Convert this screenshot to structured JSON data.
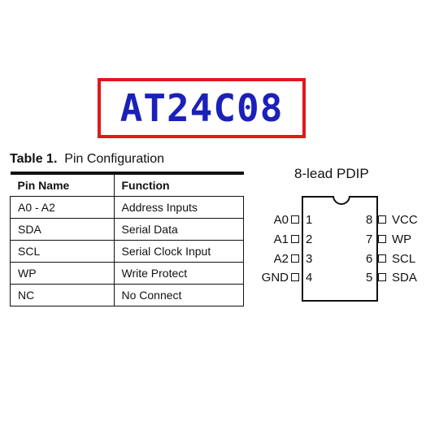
{
  "title": "AT24C08",
  "table": {
    "caption_bold": "Table 1.",
    "caption": "Pin Configuration",
    "headers": [
      "Pin Name",
      "Function"
    ],
    "rows": [
      [
        "A0 - A2",
        "Address Inputs"
      ],
      [
        "SDA",
        "Serial Data"
      ],
      [
        "SCL",
        "Serial Clock Input"
      ],
      [
        "WP",
        "Write Protect"
      ],
      [
        "NC",
        "No Connect"
      ]
    ]
  },
  "package": {
    "title": "8-lead PDIP",
    "left_pins": [
      {
        "name": "A0",
        "num": "1"
      },
      {
        "name": "A1",
        "num": "2"
      },
      {
        "name": "A2",
        "num": "3"
      },
      {
        "name": "GND",
        "num": "4"
      }
    ],
    "right_pins": [
      {
        "num": "8",
        "name": "VCC"
      },
      {
        "num": "7",
        "name": "WP"
      },
      {
        "num": "6",
        "name": "SCL"
      },
      {
        "num": "5",
        "name": "SDA"
      }
    ]
  },
  "colors": {
    "title_text": "#1b21b8",
    "title_border": "#e3161c"
  }
}
